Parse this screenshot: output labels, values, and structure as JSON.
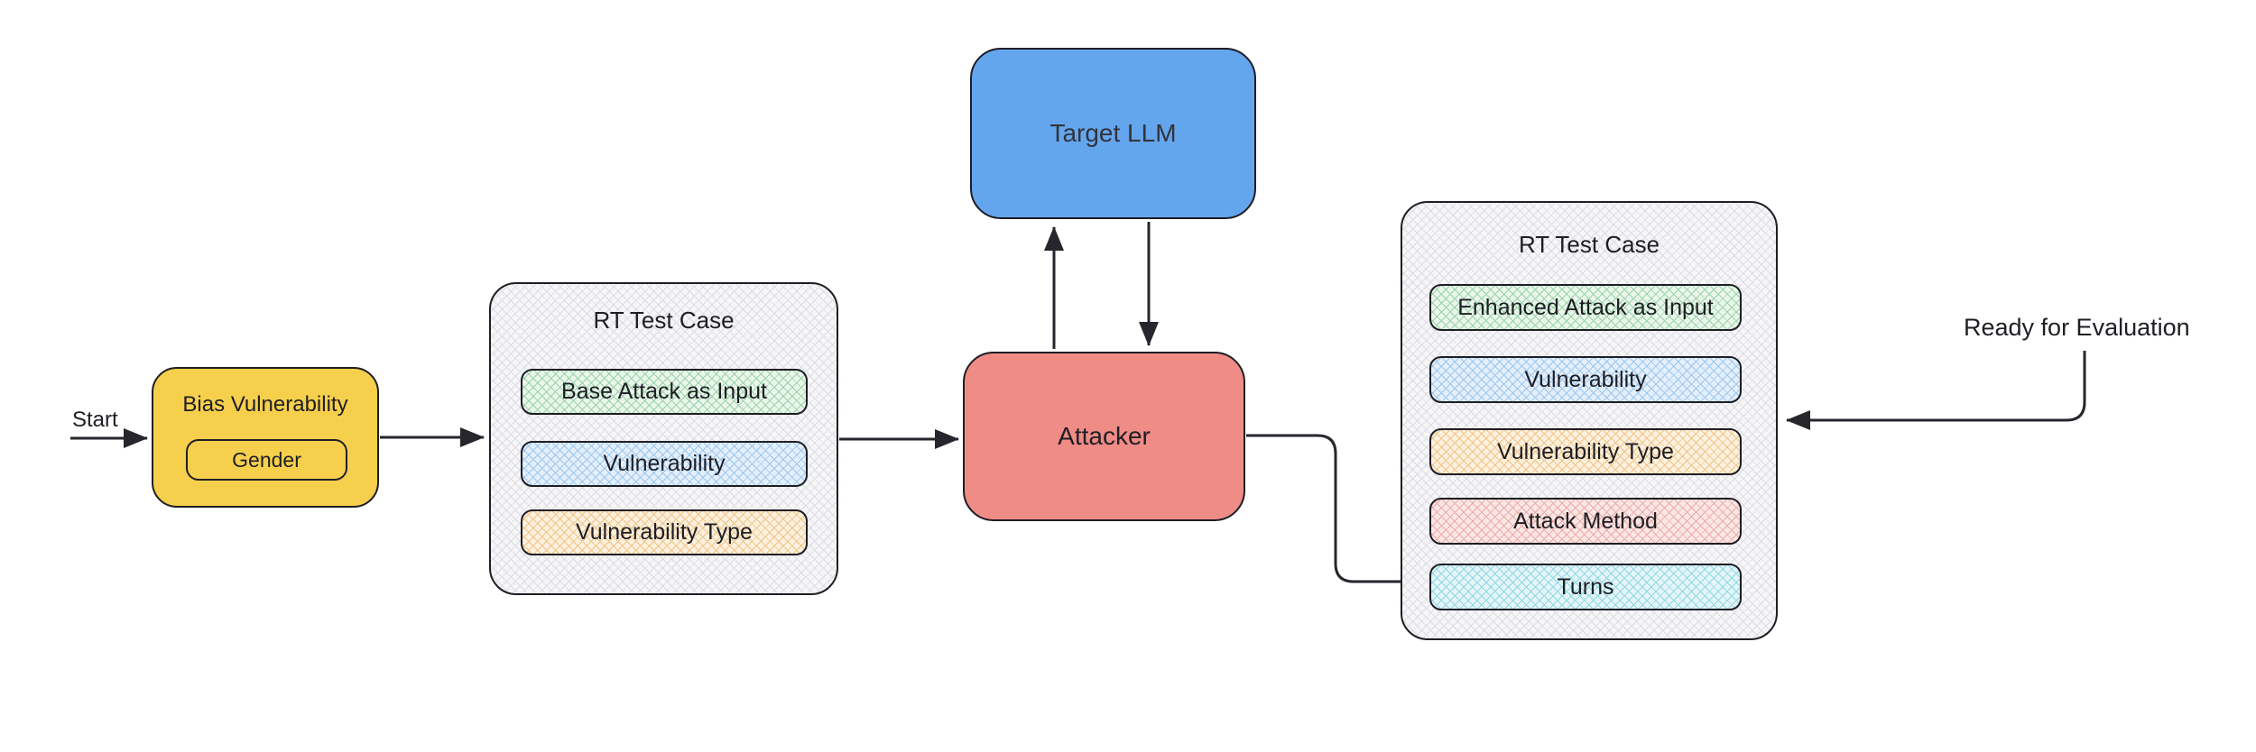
{
  "diagram": {
    "start_label": "Start",
    "ready_label": "Ready for Evaluation",
    "bias_box": {
      "title": "Bias Vulnerability",
      "item": "Gender"
    },
    "rt_case_left": {
      "title": "RT Test Case",
      "items": [
        {
          "label": "Base Attack as Input",
          "color": "green"
        },
        {
          "label": "Vulnerability",
          "color": "blue"
        },
        {
          "label": "Vulnerability Type",
          "color": "orange"
        }
      ]
    },
    "target_llm": {
      "label": "Target LLM"
    },
    "attacker": {
      "label": "Attacker"
    },
    "rt_case_right": {
      "title": "RT Test Case",
      "items": [
        {
          "label": "Enhanced Attack as Input",
          "color": "green"
        },
        {
          "label": "Vulnerability",
          "color": "blue"
        },
        {
          "label": "Vulnerability Type",
          "color": "orange"
        },
        {
          "label": "Attack Method",
          "color": "red"
        },
        {
          "label": "Turns",
          "color": "cyan"
        }
      ]
    },
    "colors": {
      "bias_fill": "#F6D04C",
      "target_llm_fill": "#64A6EE",
      "attacker_fill": "#EF8C86",
      "container_fill": "#F6F6F8",
      "pill_green": "#EAF6EC",
      "pill_blue": "#E4EFFB",
      "pill_orange": "#FCF1DE",
      "pill_red": "#FAE7E5",
      "pill_cyan": "#E4F5F8",
      "stroke": "#1E1E24"
    }
  }
}
